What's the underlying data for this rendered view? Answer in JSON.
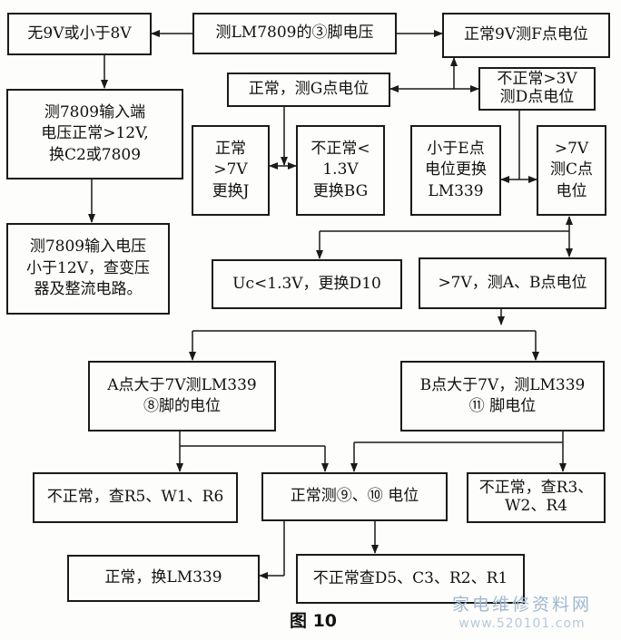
{
  "nodes": {
    "start": "测LM7809的③脚电压",
    "no9v": "无9V或小于8V",
    "normal9v": "正常9V测F点电位",
    "normal_g": "正常，测G点电位",
    "abnormal_d_l1": "不正常>3V",
    "abnormal_d_l2": "测D点电位",
    "in_ok_l1": "测7809输入端",
    "in_ok_l2": "电压正常>12V,",
    "in_ok_l3": "换C2或7809",
    "g_normal_l1": "正常",
    "g_normal_l2": ">7V",
    "g_normal_l3": "更换J",
    "g_abn_l1": "不正常<",
    "g_abn_l2": "1.3V",
    "g_abn_l3": "更换BG",
    "lt_e_l1": "小于E点",
    "lt_e_l2": "电位更换",
    "lt_e_l3": "LM339",
    "c_l1": ">7V",
    "c_l2": "测C点",
    "c_l3": "电位",
    "in_low_l1": "测7809输入电压",
    "in_low_l2": "小于12V，查变压",
    "in_low_l3": "器及整流电路。",
    "uc": "Uc<1.3V，更换D10",
    "ab": ">7V，测A、B点电位",
    "a_l1": "A点大于7V测LM339",
    "a_l2": "⑧脚的电位",
    "b_l1": "B点大于7V，测LM339",
    "b_l2": "⑪ 脚电位",
    "r5": "不正常，查R5、W1、R6",
    "p910": "正常测⑨、⑩ 电位",
    "r3_l1": "不正常，查R3、",
    "r3_l2": "W2、R4",
    "lm339": "正常，换LM339",
    "d5": "不正常查D5、C3、R2、R1"
  },
  "caption": "图 10",
  "watermark": "家电维修资料网",
  "watermark_url": "www.520101.com",
  "colors": {
    "line": "#1a1a1a",
    "watermark": "#9fb7cf"
  }
}
